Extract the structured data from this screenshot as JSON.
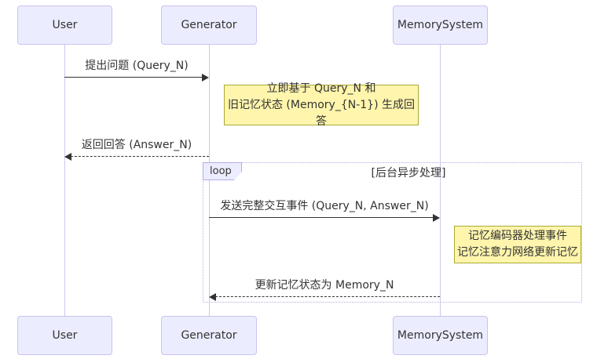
{
  "colors": {
    "background": "#ffffff",
    "actor_fill": "#ececff",
    "actor_border": "#c9c3ee",
    "lifeline": "#ccc8f0",
    "note_fill": "#fff5ad",
    "note_border": "#aaaa33",
    "arrow": "#333333",
    "loop_border": "#b3ade6",
    "text": "#333333"
  },
  "actors": [
    {
      "name": "User"
    },
    {
      "name": "Generator"
    },
    {
      "name": "MemorySystem"
    }
  ],
  "messages": [
    {
      "label": "提出问题 (Query_N)",
      "type": "solid",
      "from": "User",
      "to": "Generator"
    },
    {
      "label": "返回回答 (Answer_N)",
      "type": "dashed",
      "from": "Generator",
      "to": "User"
    },
    {
      "label": "发送完整交互事件 (Query_N, Answer_N)",
      "type": "solid",
      "from": "Generator",
      "to": "MemorySystem"
    },
    {
      "label": "更新记忆状态为 Memory_N",
      "type": "dashed",
      "from": "MemorySystem",
      "to": "Generator"
    }
  ],
  "notes": [
    {
      "lines": [
        "立即基于 Query_N 和",
        "旧记忆状态 (Memory_{N-1}) 生成回答"
      ]
    },
    {
      "lines": [
        "记忆编码器处理事件",
        "记忆注意力网络更新记忆"
      ]
    }
  ],
  "loop": {
    "label": "loop",
    "condition": "[后台异步处理]"
  }
}
